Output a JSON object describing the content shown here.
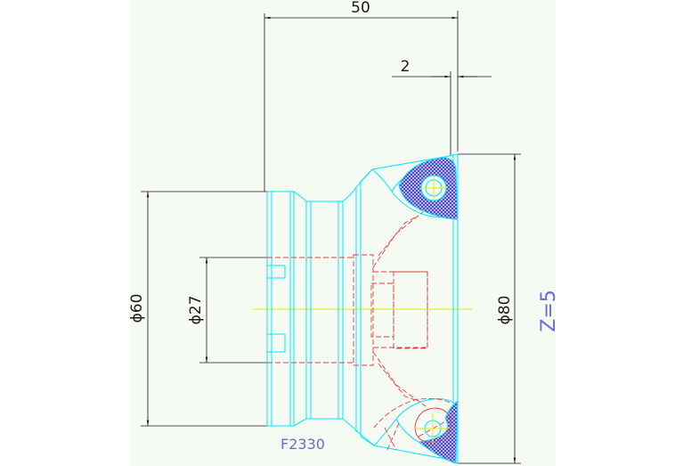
{
  "drawing": {
    "dimensions": {
      "length": "50",
      "offset": "2",
      "bore_diameter": "ϕ60",
      "hole_diameter": "ϕ27",
      "cutter_diameter": "ϕ80"
    },
    "teeth_count": "Z=5",
    "part_code": "F2330",
    "colors": {
      "background": "#f5faf2",
      "outline": "#00e5ff",
      "hidden_lines": "#e04040",
      "center_lines": "#e6e600",
      "insert_fill": "#3030c8",
      "dimension": "#1a1a1a",
      "annotation": "#6b6bd6"
    }
  }
}
